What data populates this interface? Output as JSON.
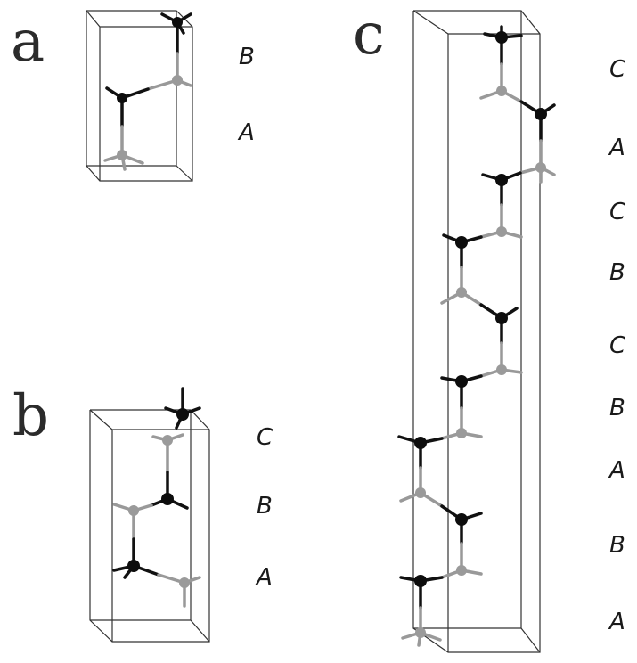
{
  "panels": [
    {
      "id": "a",
      "letter": "a",
      "layers": [
        "B",
        "A"
      ]
    },
    {
      "id": "b",
      "letter": "b",
      "layers": [
        "C",
        "B",
        "A"
      ]
    },
    {
      "id": "c",
      "letter": "c",
      "layers": [
        "C",
        "A",
        "C",
        "B",
        "C",
        "B",
        "A",
        "B",
        "A"
      ]
    }
  ],
  "colors": {
    "dark_atom": "#0d0d0d",
    "gray_atom": "#9a9a9a",
    "cell_edge": "#333333"
  }
}
